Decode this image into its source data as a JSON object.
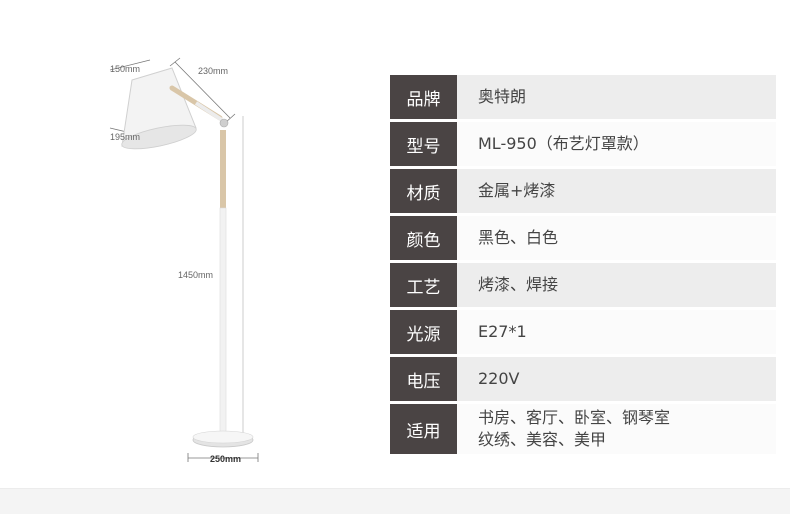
{
  "diagram": {
    "dims": {
      "shade_top": "150mm",
      "arm": "230mm",
      "shade_bottom": "195mm",
      "height": "1450mm",
      "base": "250mm"
    }
  },
  "specs": [
    {
      "key": "品牌",
      "value": "奥特朗"
    },
    {
      "key": "型号",
      "value": "ML-950（布艺灯罩款）"
    },
    {
      "key": "材质",
      "value": "金属+烤漆"
    },
    {
      "key": "颜色",
      "value": "黑色、白色"
    },
    {
      "key": "工艺",
      "value": "烤漆、焊接"
    },
    {
      "key": "光源",
      "value": "E27*1"
    },
    {
      "key": "电压",
      "value": "220V"
    },
    {
      "key": "适用",
      "value": "书房、客厅、卧室、钢琴室",
      "value2": "纹绣、美容、美甲"
    }
  ]
}
